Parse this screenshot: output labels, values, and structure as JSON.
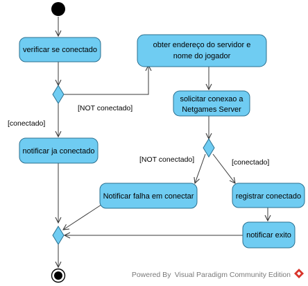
{
  "diagram": {
    "type": "uml-activity",
    "colors": {
      "action_fill": "#6FCCF2",
      "action_stroke": "#2A6F8F",
      "line": "#3a3a3a"
    },
    "actions": {
      "verificar": "verificar se conectado",
      "obter_line1": "obter endereço do servidor e",
      "obter_line2": "nome do jogador",
      "solicitar_line1": "solicitar conexao a",
      "solicitar_line2": "Netgames Server",
      "notificar_ja": "notificar ja conectado",
      "notificar_falha": "Notificar falha em conectar",
      "registrar": "registrar conectado",
      "notificar_exito": "notificar exito"
    },
    "guards": {
      "not_conectado_1": "[NOT conectado]",
      "conectado_1": "[conectado]",
      "not_conectado_2": "[NOT conectado]",
      "conectado_2": "[conectado]"
    },
    "footer": {
      "text": "Powered By Visual Paradigm Community Edition",
      "icon": "visual-paradigm-logo-icon"
    }
  }
}
